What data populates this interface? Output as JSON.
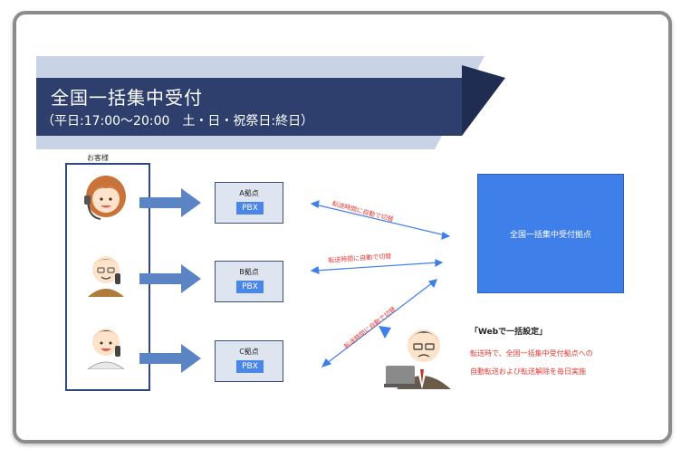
{
  "banner": {
    "title": "全国一括集中受付",
    "subtitle": "（平日:17:00〜20:00　土・日・祝祭日:終日）"
  },
  "customers": {
    "label": "お客様"
  },
  "branches": [
    {
      "name": "A拠点",
      "pbx": "PBX"
    },
    {
      "name": "B拠点",
      "pbx": "PBX"
    },
    {
      "name": "C拠点",
      "pbx": "PBX"
    }
  ],
  "center": {
    "label": "全国一括集中受付拠点"
  },
  "arrows": [
    {
      "label": "転送時間に自動で切替"
    },
    {
      "label": "転送時間に自動で切替"
    },
    {
      "label": "転送時間に自動で切替"
    }
  ],
  "web": {
    "title": "「Webで一括設定」",
    "desc1": "転送時で、全国一括集中受付拠点への",
    "desc2": "自動転送および転送解除を毎日実施"
  },
  "colors": {
    "banner_dark": "#2e3f6e",
    "banner_light": "#c9d3e6",
    "accent_blue": "#3f7fe9",
    "arrow_blue": "#5b84c4",
    "label_red": "#e53935"
  }
}
